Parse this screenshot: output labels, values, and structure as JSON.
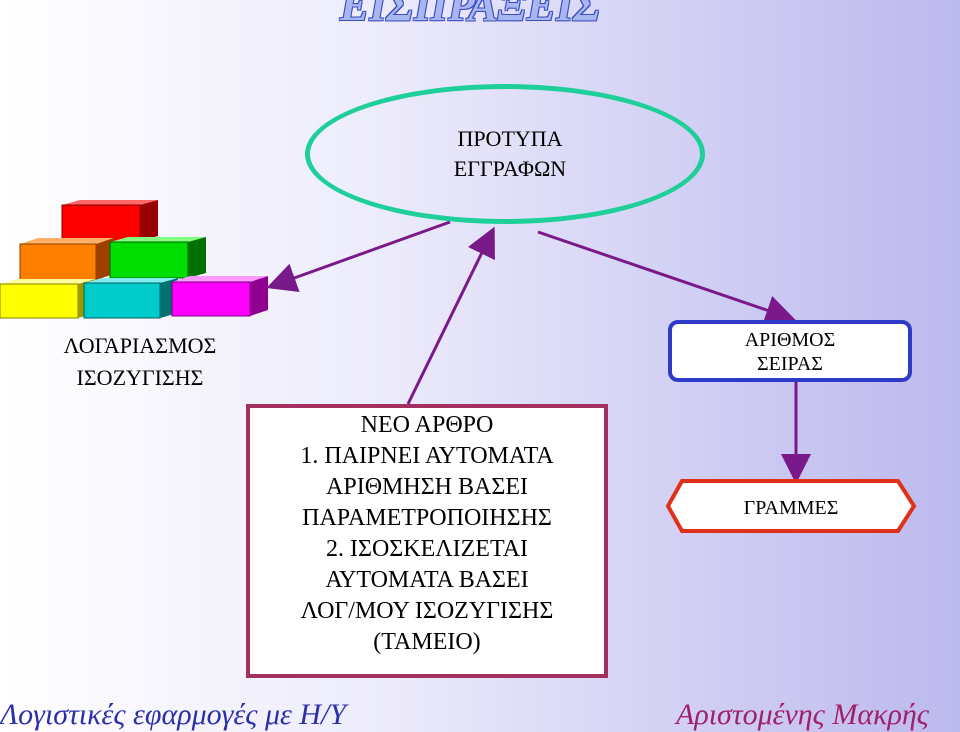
{
  "title": "ΕΙΣΠΡΑΞΕΙΣ",
  "templates": {
    "line1": "ΠΡΟΤΥΠΑ",
    "line2": "ΕΓΓΡΑΦΩΝ"
  },
  "ledger": {
    "line1": "ΛΟΓΑΡΙΑΣΜΟΣ",
    "line2": "ΙΣΟΖΥΓΙΣΗΣ"
  },
  "new_entry": {
    "lines": [
      "ΝΕΟ ΑΡΘΡΟ",
      "1. ΠΑΙΡΝΕΙ ΑΥΤΟΜΑΤΑ",
      "ΑΡΙΘΜΗΣΗ ΒΑΣΕΙ",
      "ΠΑΡΑΜΕΤΡΟΠΟΙΗΣΗΣ",
      "2. ΙΣΟΣΚΕΛΙΖΕΤΑΙ",
      "ΑΥΤΟΜΑΤΑ ΒΑΣΕΙ",
      "ΛΟΓ/ΜΟΥ ΙΣΟΖΥΓΙΣΗΣ",
      "(ΤΑΜΕΙΟ)"
    ]
  },
  "serial": {
    "line1": "ΑΡΙΘΜΟΣ",
    "line2": "ΣΕΙΡΑΣ"
  },
  "lines_label": "ΓΡΑΜΜΕΣ",
  "footer": {
    "left": "Λογιστικές εφαρμογές με Η/Υ",
    "right": "Αριστομένης Μακρής"
  },
  "colors": {
    "ellipse": "#1fcf9a",
    "arrows": "#7a1a8a",
    "box_border": "#a3305e",
    "serial_border": "#2f3ac8",
    "lines_border": "#e0301a",
    "blocks": [
      "#ff0000",
      "#ff7f00",
      "#00dd00",
      "#ffff00",
      "#00cccc",
      "#ff00ff"
    ]
  }
}
